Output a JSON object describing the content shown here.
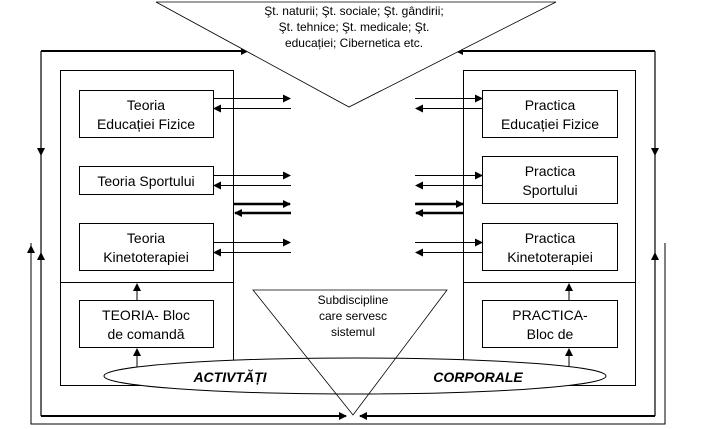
{
  "diagram": {
    "colors": {
      "line": "#000000",
      "background": "#ffffff"
    },
    "top_funnel": {
      "lines": [
        "Şt. naturii; Şt. sociale; Şt. gândirii;",
        "Şt. tehnice; Şt. medicale; Şt.",
        "educației; Cibernetica etc."
      ]
    },
    "bottom_funnel": {
      "lines": [
        "Subdiscipline",
        "care servesc",
        "sistemul"
      ]
    },
    "ellipse": {
      "left_label": "ACTIVTĂȚI",
      "right_label": "CORPORALE"
    },
    "theory": {
      "boxes": [
        {
          "lines": [
            "Teoria",
            "Educației Fizice"
          ]
        },
        {
          "lines": [
            "Teoria Sportului"
          ]
        },
        {
          "lines": [
            "Teoria",
            "Kinetoterapiei"
          ]
        }
      ],
      "command": {
        "lines": [
          "TEORIA- Bloc",
          "de comandă"
        ]
      }
    },
    "practice": {
      "boxes": [
        {
          "lines": [
            "Practica",
            "Educației Fizice"
          ]
        },
        {
          "lines": [
            "Practica",
            "Sportului"
          ]
        },
        {
          "lines": [
            "Practica",
            "Kinetoterapiei"
          ]
        }
      ],
      "command": {
        "lines": [
          "PRACTICA-",
          "Bloc de"
        ]
      }
    }
  }
}
